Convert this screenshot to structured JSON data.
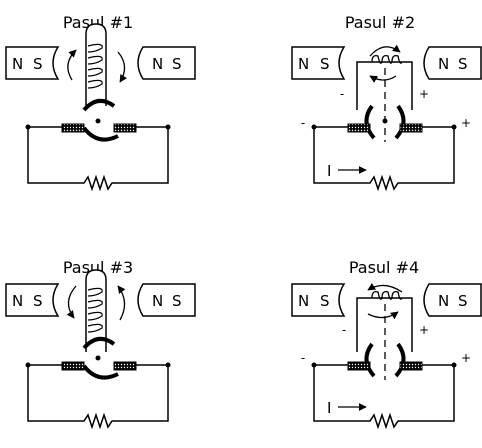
{
  "steps": [
    {
      "title": "Pasul #1"
    },
    {
      "title": "Pasul #2",
      "left_sign": "-",
      "right_sign": "+",
      "current": "I"
    },
    {
      "title": "Pasul #3"
    },
    {
      "title": "Pasul #4",
      "left_sign": "-",
      "right_sign": "+",
      "current": "I"
    }
  ],
  "magnet": {
    "north": "N",
    "south": "S"
  }
}
